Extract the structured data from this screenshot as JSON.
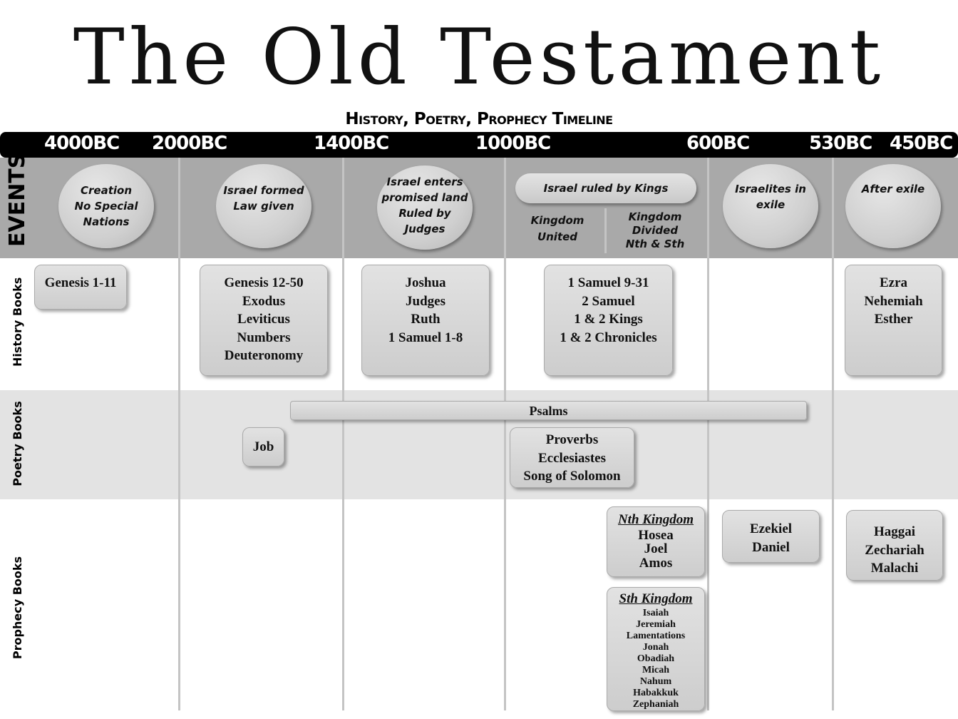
{
  "title": "The Old Testament",
  "subtitle": "History, Poetry, Prophecy Timeline",
  "dates": [
    "4000BC",
    "2000BC",
    "1400BC",
    "1000BC",
    "600BC",
    "530BC",
    "450BC"
  ],
  "row_labels": {
    "events": "EVENTS",
    "history": "History Books",
    "poetry": "Poetry Books",
    "prophecy": "Prophecy Books"
  },
  "events": {
    "creation": [
      "Creation",
      "No Special",
      "Nations"
    ],
    "israel_formed": [
      "Israel formed",
      "Law given"
    ],
    "promised_land": [
      "Israel enters",
      "promised land",
      "Ruled by Judges"
    ],
    "kings": "Israel ruled by Kings",
    "kingdom_united": [
      "Kingdom",
      "United"
    ],
    "kingdom_divided": [
      "Kingdom",
      "Divided",
      "Nth & Sth"
    ],
    "exile": [
      "Israelites in",
      "exile"
    ],
    "after_exile": [
      "After exile"
    ]
  },
  "history": {
    "h1": [
      "Genesis 1-11"
    ],
    "h2": [
      "Genesis 12-50",
      "Exodus",
      "Leviticus",
      "Numbers",
      "Deuteronomy"
    ],
    "h3": [
      "Joshua",
      "Judges",
      "Ruth",
      "1 Samuel 1-8"
    ],
    "h4": [
      "1 Samuel 9-31",
      "2 Samuel",
      "1 & 2 Kings",
      "1 & 2 Chronicles"
    ],
    "h5": [
      "Ezra",
      "Nehemiah",
      "Esther"
    ]
  },
  "poetry": {
    "psalms": "Psalms",
    "job": "Job",
    "wisdom": [
      "Proverbs",
      "Ecclesiastes",
      "Song of Solomon"
    ]
  },
  "prophecy": {
    "north_heading": "Nth Kingdom",
    "north": [
      "Hosea",
      "Joel",
      "Amos"
    ],
    "south_heading": "Sth Kingdom",
    "south": [
      "Isaiah",
      "Jeremiah",
      "Lamentations",
      "Jonah",
      "Obadiah",
      "Micah",
      "Nahum",
      "Habakkuk",
      "Zephaniah"
    ],
    "exile": [
      "Ezekiel",
      "Daniel"
    ],
    "post": [
      "Haggai",
      "Zechariah",
      "Malachi"
    ]
  }
}
